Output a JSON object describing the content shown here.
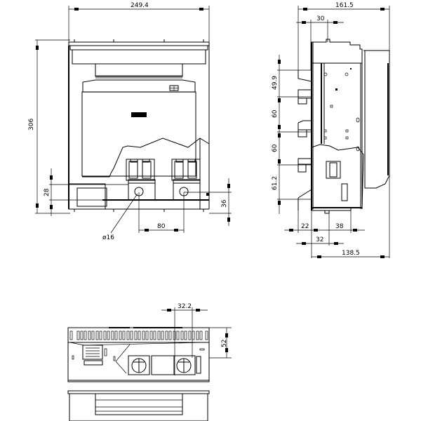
{
  "drawing": {
    "type": "dimensional-drawing",
    "subject": "fuse switch disconnector",
    "units": "mm",
    "background": "#ffffff",
    "line_color": "#000000"
  },
  "front_view": {
    "width_label": "249.4",
    "height_label": "306",
    "terminal_height_label": "28",
    "terminal_offset_label": "36",
    "terminal_spacing_label": "80",
    "bolt_diameter_label": "ø16"
  },
  "side_view": {
    "overall_depth_label": "161.5",
    "top_offset_label": "30",
    "vertical_dims": [
      "49.9",
      "60",
      "60",
      "61.2"
    ],
    "bottom_dim_left_label": "22",
    "bottom_dim_right_label": "38",
    "bottom_dim_mid_label": "32",
    "base_depth_label": "138.5"
  },
  "top_view": {
    "terminal_width_label": "32.2",
    "height_label": "52"
  }
}
